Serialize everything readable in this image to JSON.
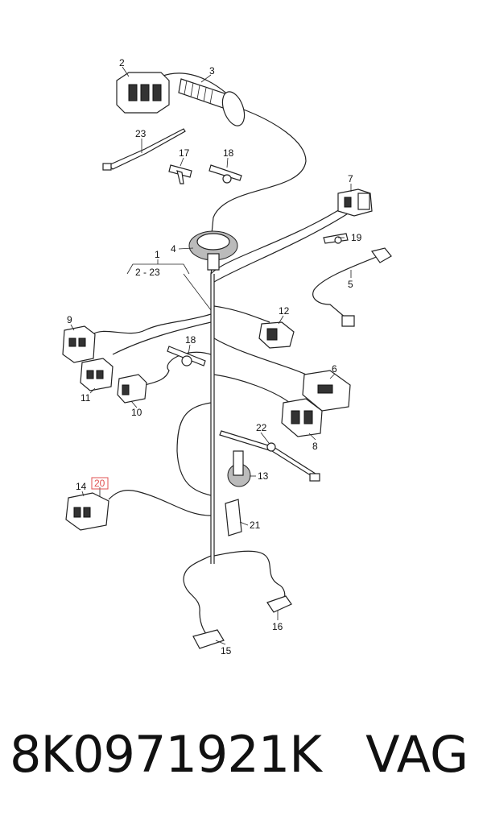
{
  "callouts": {
    "c1": "1",
    "c1_range": "2 - 23",
    "c2": "2",
    "c3": "3",
    "c4": "4",
    "c5": "5",
    "c6": "6",
    "c7": "7",
    "c8": "8",
    "c9": "9",
    "c10": "10",
    "c11": "11",
    "c12": "12",
    "c13": "13",
    "c14": "14",
    "c15": "15",
    "c16": "16",
    "c17": "17",
    "c18a": "18",
    "c18b": "18",
    "c19": "19",
    "c20": "20",
    "c21": "21",
    "c22": "22",
    "c23": "23"
  },
  "highlight_color": "#e05050",
  "footer": {
    "part_number": "8K0971921K",
    "brand": "VAG"
  }
}
